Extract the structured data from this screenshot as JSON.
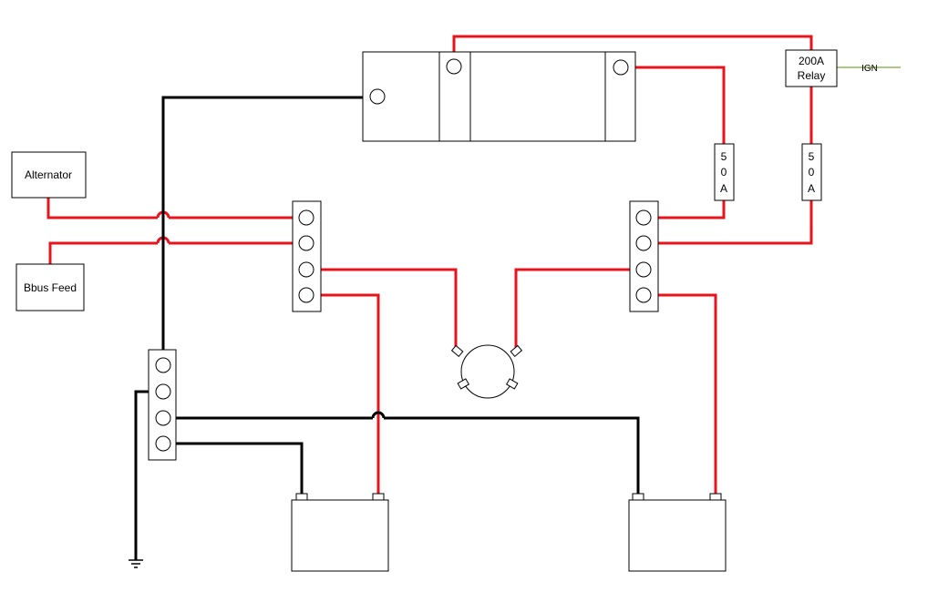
{
  "colors": {
    "positive_wire": "#e8141c",
    "negative_wire": "#000000",
    "ignition_wire": "#8cba55",
    "outline": "#000000"
  },
  "labels": {
    "alternator": "Alternator",
    "bbus_feed": "Bbus Feed",
    "relay_line1": "200A",
    "relay_line2": "Relay",
    "ign": "IGN",
    "fuse_left": [
      "5",
      "0",
      "A"
    ],
    "fuse_right": [
      "5",
      "0",
      "A"
    ]
  },
  "icons": {
    "ground": "ground-icon",
    "motor": "motor-icon"
  }
}
